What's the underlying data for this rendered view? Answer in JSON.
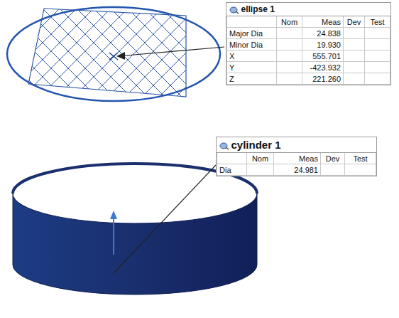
{
  "diagram": {
    "nodes": [
      {
        "text": [
          "ellipse 1",
          "Nom",
          "Meas",
          "Dev",
          "Test",
          "Major Dia",
          "24.838",
          "Minor Dia",
          "19.930",
          "X",
          "555.701",
          "Y",
          "-423.932",
          "Z",
          "221.260"
        ]
      },
      {
        "text": [
          "cylinder 1",
          "Nom",
          "Meas",
          "Dev",
          "Test",
          "Dia",
          "24.981"
        ]
      }
    ]
  }
}
